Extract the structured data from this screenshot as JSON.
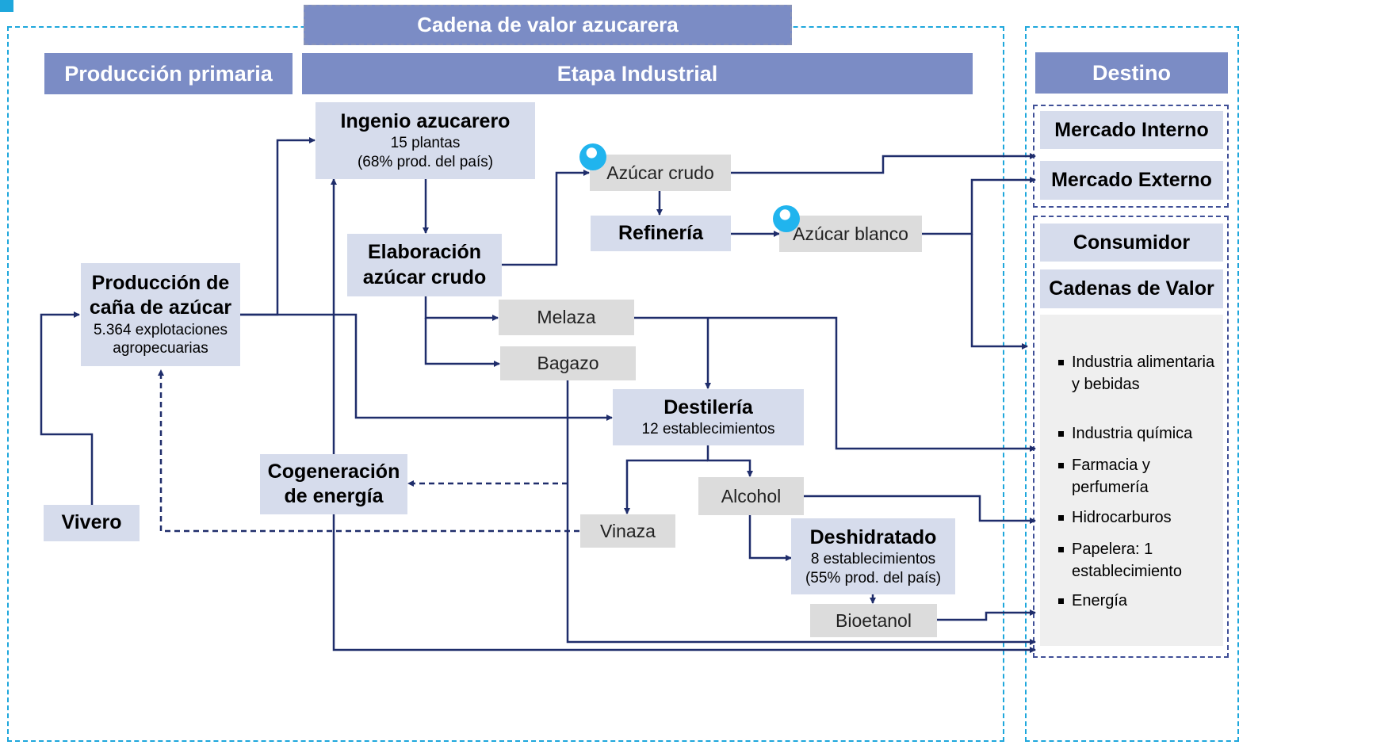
{
  "title": "Cadena de valor azucarera",
  "sections": {
    "primary": "Producción primaria",
    "industrial": "Etapa Industrial",
    "destination": "Destino"
  },
  "nodes": {
    "ingenio": {
      "title": "Ingenio azucarero",
      "line1": "15 plantas",
      "line2": "(68% prod. del país)"
    },
    "elaboracion": {
      "line1": "Elaboración",
      "line2": "azúcar crudo"
    },
    "produccion": {
      "line1": "Producción de",
      "line2": "caña de azúcar",
      "line3": "5.364 explotaciones",
      "line4": "agropecuarias"
    },
    "vivero": "Vivero",
    "cogeneracion": {
      "line1": "Cogeneración",
      "line2": "de energía"
    },
    "azucar_crudo": "Azúcar crudo",
    "refineria": "Refinería",
    "azucar_blanco": "Azúcar blanco",
    "melaza": "Melaza",
    "bagazo": "Bagazo",
    "destileria": {
      "title": "Destilería",
      "line1": "12 establecimientos"
    },
    "alcohol": "Alcohol",
    "vinaza": "Vinaza",
    "deshidratado": {
      "title": "Deshidratado",
      "line1": "8 establecimientos",
      "line2": "(55% prod. del país)"
    },
    "bioetanol": "Bioetanol"
  },
  "destinations": {
    "mercado_interno": "Mercado Interno",
    "mercado_externo": "Mercado Externo",
    "consumidor": "Consumidor",
    "cadenas": "Cadenas de Valor",
    "items": [
      "Industria alimentaria y bebidas",
      "Industria química",
      "Farmacia y perfumería",
      "Hidrocarburos",
      "Papelera: 1 establecimiento",
      "Energía"
    ]
  },
  "colors": {
    "header": "#7b8cc5",
    "light_box": "#d6dcec",
    "gray_box": "#dcdcdc",
    "arrow": "#1f2d6b",
    "dashed_frame": "#1ea7dc",
    "marker": "#20b4ee"
  }
}
